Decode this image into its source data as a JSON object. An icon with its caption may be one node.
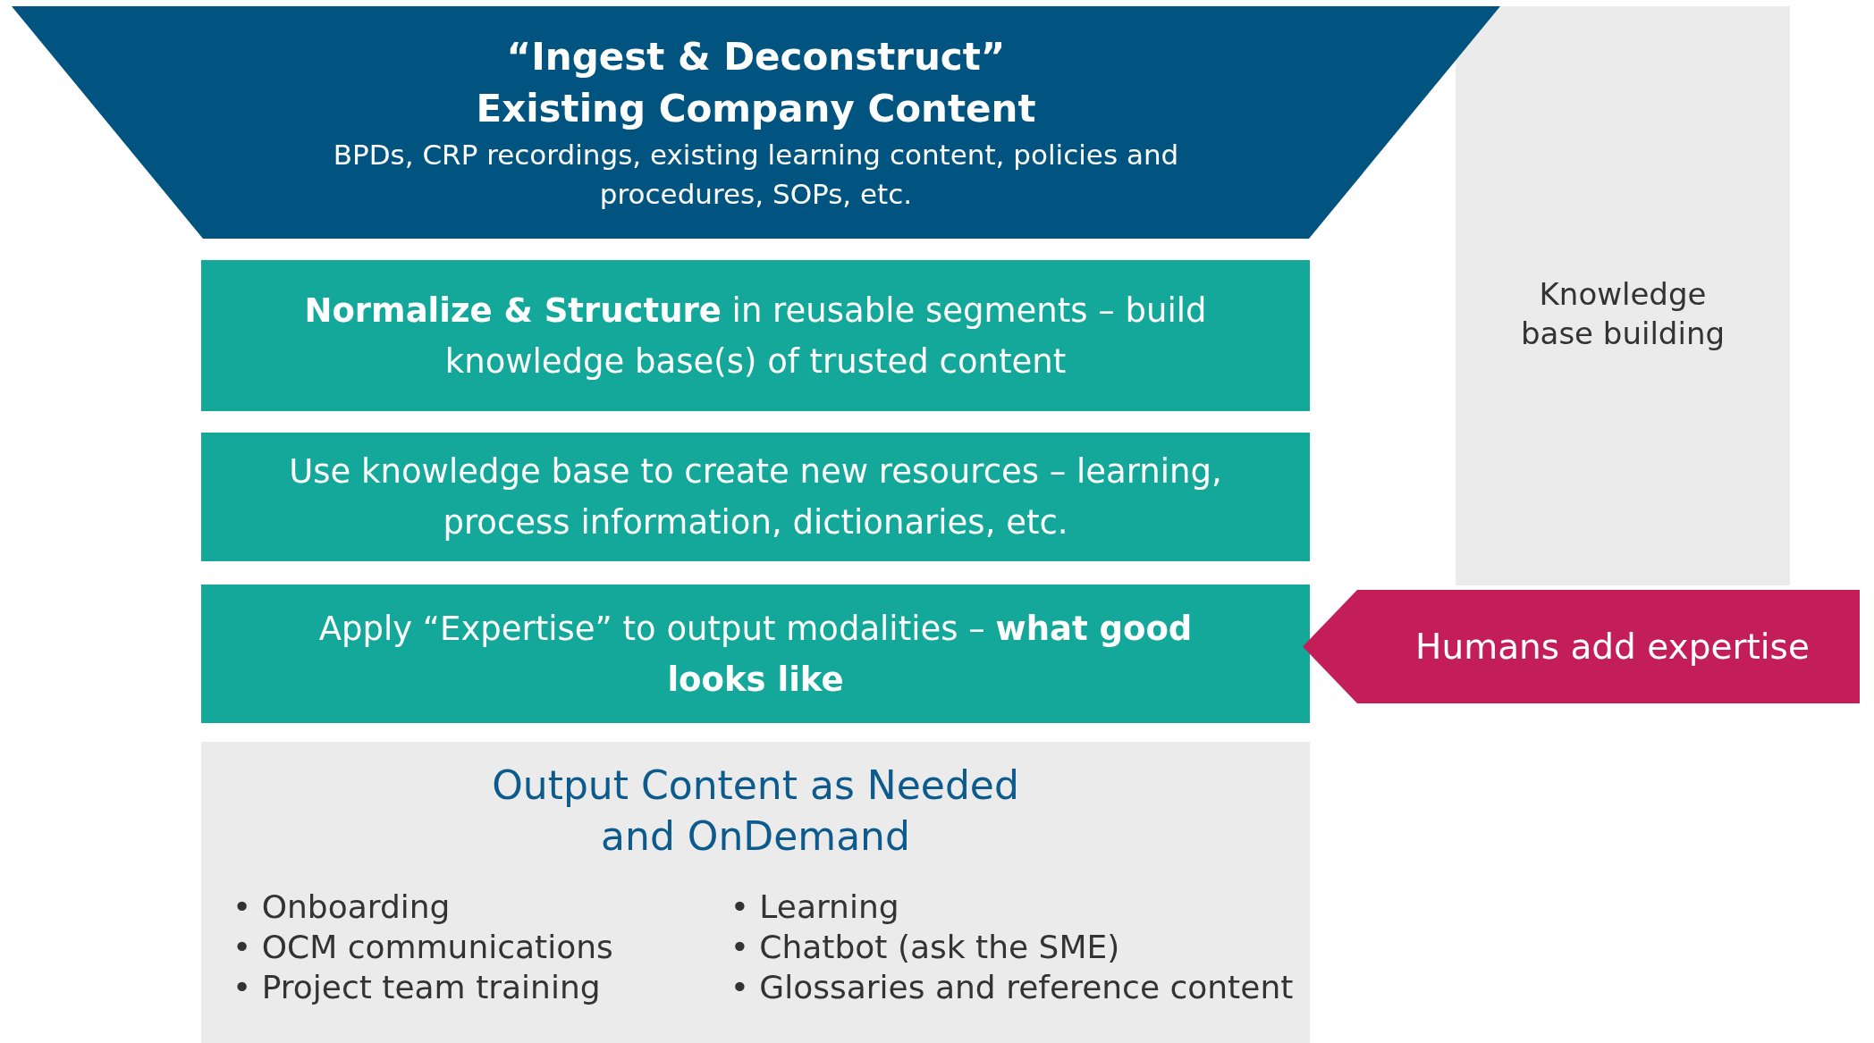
{
  "diagram": {
    "nodes": [
      {
        "text": [
          "“Ingest & Deconstruct” Existing Company Content",
          "BPDs, CRP recordings, existing learning content, policies and procedures, SOPs, etc."
        ]
      },
      {
        "text": [
          "Knowledge base building"
        ]
      },
      {
        "text": [
          "**Normalize & Structure** in reusable segments – build knowledge base(s) of trusted content"
        ]
      },
      {
        "text": [
          "Use knowledge base to create new resources – learning, process information, dictionaries, etc."
        ]
      },
      {
        "text": [
          "Apply “Expertise” to output modalities – **what good looks like**"
        ]
      },
      {
        "text": [
          "Humans add expertise"
        ]
      },
      {
        "text": [
          "Output Content as Needed and OnDemand",
          "• Onboarding",
          "• OCM communications",
          "• Project team training",
          "• Learning",
          "• Chatbot (ask the SME)",
          "• Glossaries and reference content"
        ]
      }
    ]
  }
}
